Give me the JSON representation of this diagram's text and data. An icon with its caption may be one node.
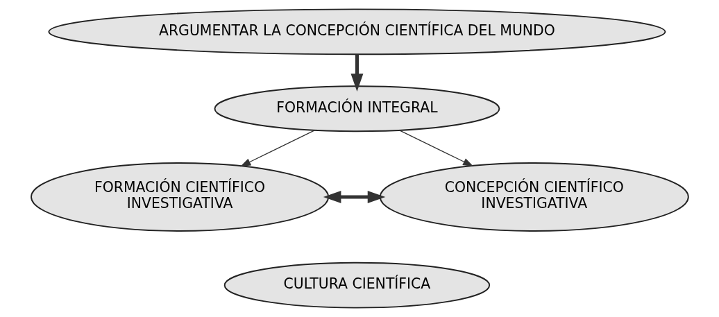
{
  "diagram": {
    "nodes": [
      {
        "text": [
          "ARGUMENTAR LA CONCEPCIÓN CIENTÍFICA DEL MUNDO"
        ]
      },
      {
        "text": [
          "FORMACIÓN INTEGRAL"
        ]
      },
      {
        "text": [
          "FORMACIÓN CIENTÍFICO INVESTIGATIVA"
        ]
      },
      {
        "text": [
          "CONCEPCIÓN CIENTÍFICO INVESTIGATIVA"
        ]
      },
      {
        "text": [
          "CULTURA CIENTÍFICA"
        ]
      }
    ],
    "edges": [
      {
        "from": 0,
        "to": 1,
        "arrow": "to",
        "style": "thick"
      },
      {
        "from": 1,
        "to": 2,
        "arrow": "to"
      },
      {
        "from": 1,
        "to": 3,
        "arrow": "to"
      },
      {
        "from": 2,
        "to": 3,
        "arrow": "both",
        "style": "thick"
      }
    ]
  }
}
